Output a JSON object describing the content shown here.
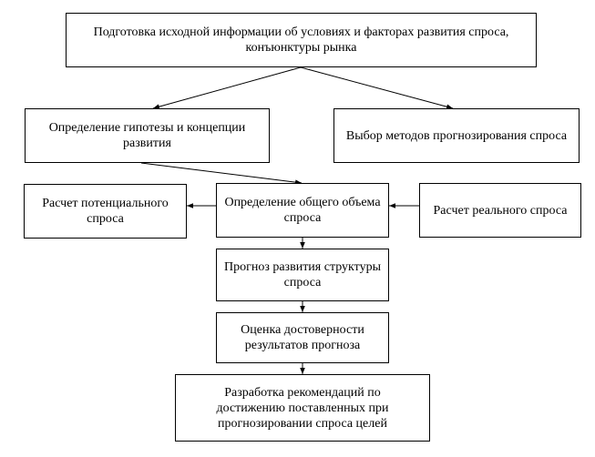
{
  "diagram": {
    "top": "Подготовка исходной информации об условиях и факторах развития спроса, конъюнктуры рынка",
    "hypothesis": "Определение гипотезы и концепции развития",
    "methods": "Выбор методов  прогнозирования спроса",
    "potential": "Расчет потенциального спроса",
    "total": "Определение общего объема спроса",
    "real": "Расчет реального спроса",
    "structure": "Прогноз развития структуры спроса",
    "reliability": "Оценка достоверности результатов прогноза",
    "recommendations": "Разработка рекомендаций по достижению поставленных при прогнозировании спроса целей"
  }
}
